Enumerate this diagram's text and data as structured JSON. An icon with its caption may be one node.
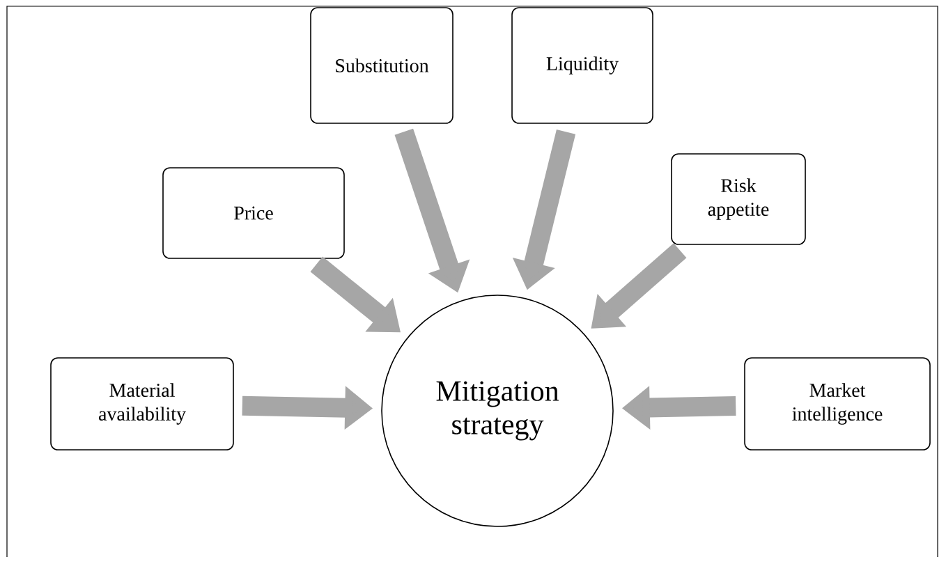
{
  "diagram": {
    "nodes": [
      {
        "text": [
          "Substitution"
        ]
      },
      {
        "text": [
          "Liquidity"
        ]
      },
      {
        "text": [
          "Price"
        ]
      },
      {
        "text": [
          "Risk appetite"
        ]
      },
      {
        "text": [
          "Material availability"
        ]
      },
      {
        "text": [
          "Mitigation strategy"
        ]
      },
      {
        "text": [
          "Market intelligence"
        ]
      }
    ],
    "edges": [
      {
        "from": 0,
        "to": 5,
        "arrow": "to"
      },
      {
        "from": 1,
        "to": 5,
        "arrow": "to"
      },
      {
        "from": 2,
        "to": 5,
        "arrow": "to"
      },
      {
        "from": 3,
        "to": 5,
        "arrow": "to"
      },
      {
        "from": 4,
        "to": 5,
        "arrow": "to"
      },
      {
        "from": 6,
        "to": 5,
        "arrow": "to"
      }
    ]
  }
}
